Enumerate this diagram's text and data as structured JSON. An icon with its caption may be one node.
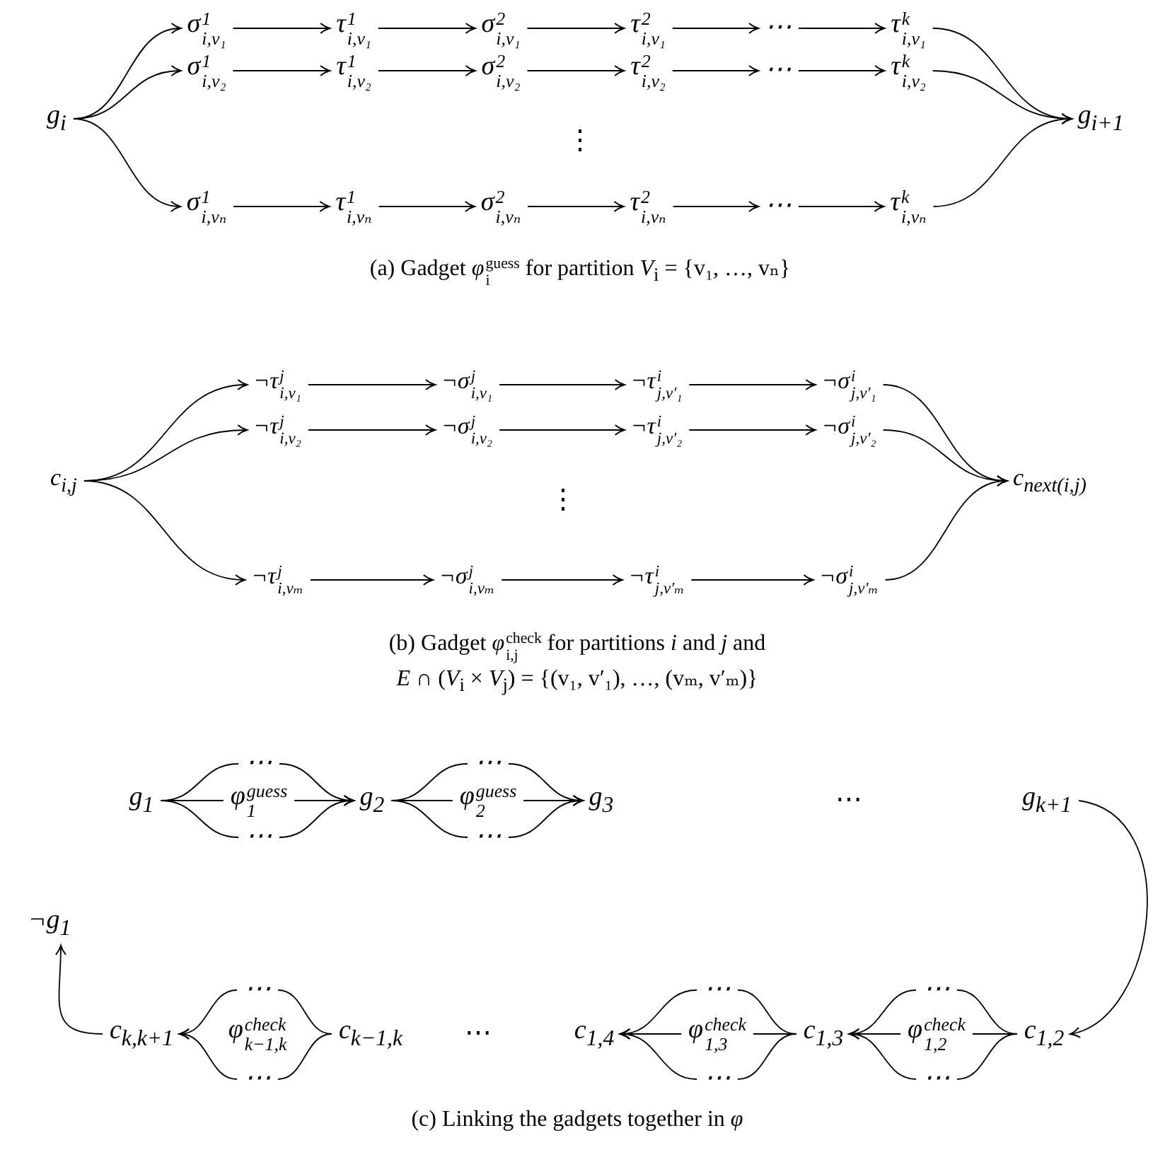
{
  "diagram": {
    "nodes": [
      {
        "text": [
          "g$_{i}$"
        ]
      },
      {
        "text": [
          "σ$^{1}$$_{i,v₁}$"
        ]
      },
      {
        "text": [
          "τ$^{1}$$_{i,v₁}$"
        ]
      },
      {
        "text": [
          "σ$^{2}$$_{i,v₁}$"
        ]
      },
      {
        "text": [
          "τ$^{2}$$_{i,v₁}$"
        ]
      },
      {
        "text": [
          "⋯"
        ]
      },
      {
        "text": [
          "τ$^{k}$$_{i,v₁}$"
        ]
      },
      {
        "text": [
          "σ$^{1}$$_{i,v₂}$"
        ]
      },
      {
        "text": [
          "τ$^{1}$$_{i,v₂}$"
        ]
      },
      {
        "text": [
          "σ$^{2}$$_{i,v₂}$"
        ]
      },
      {
        "text": [
          "τ$^{2}$$_{i,v₂}$"
        ]
      },
      {
        "text": [
          "⋯"
        ]
      },
      {
        "text": [
          "τ$^{k}$$_{i,v₂}$"
        ]
      },
      {
        "text": [
          "σ$^{1}$$_{i,vₙ}$"
        ]
      },
      {
        "text": [
          "τ$^{1}$$_{i,vₙ}$"
        ]
      },
      {
        "text": [
          "σ$^{2}$$_{i,vₙ}$"
        ]
      },
      {
        "text": [
          "τ$^{2}$$_{i,vₙ}$"
        ]
      },
      {
        "text": [
          "⋯"
        ]
      },
      {
        "text": [
          "τ$^{k}$$_{i,vₙ}$"
        ]
      },
      {
        "text": [
          "g$_{i+1}$"
        ]
      },
      {
        "text": [
          "c$_{i,j}$"
        ]
      },
      {
        "text": [
          "¬τ$^{j}$$_{i,v₁}$"
        ]
      },
      {
        "text": [
          "¬σ$^{j}$$_{i,v₁}$"
        ]
      },
      {
        "text": [
          "¬τ$^{i}$$_{j,v′₁}$"
        ]
      },
      {
        "text": [
          "¬σ$^{i}$$_{j,v′₁}$"
        ]
      },
      {
        "text": [
          "¬τ$^{j}$$_{i,v₂}$"
        ]
      },
      {
        "text": [
          "¬σ$^{j}$$_{i,v₂}$"
        ]
      },
      {
        "text": [
          "¬τ$^{i}$$_{j,v′₂}$"
        ]
      },
      {
        "text": [
          "¬σ$^{i}$$_{j,v′₂}$"
        ]
      },
      {
        "text": [
          "¬τ$^{j}$$_{i,vₘ}$"
        ]
      },
      {
        "text": [
          "¬σ$^{j}$$_{i,vₘ}$"
        ]
      },
      {
        "text": [
          "¬τ$^{i}$$_{j,v′ₘ}$"
        ]
      },
      {
        "text": [
          "¬σ$^{i}$$_{j,v′ₘ}$"
        ]
      },
      {
        "text": [
          "c$_{next(i,j)}$"
        ]
      },
      {
        "text": [
          "g$_{1}$"
        ]
      },
      {
        "text": [
          "⋯"
        ]
      },
      {
        "text": [
          "φ$^{guess}$$_{1}$"
        ]
      },
      {
        "text": [
          "⋯"
        ]
      },
      {
        "text": [
          "g$_{2}$"
        ]
      },
      {
        "text": [
          "⋯"
        ]
      },
      {
        "text": [
          "φ$^{guess}$$_{2}$"
        ]
      },
      {
        "text": [
          "⋯"
        ]
      },
      {
        "text": [
          "g$_{3}$"
        ]
      },
      {
        "text": [
          "g$_{k+1}$"
        ]
      },
      {
        "text": [
          "¬g$_{1}$"
        ]
      },
      {
        "text": [
          "c$_{k,k+1}$"
        ]
      },
      {
        "text": [
          "⋯"
        ]
      },
      {
        "text": [
          "φ$^{check}$$_{k−1,k}$"
        ]
      },
      {
        "text": [
          "⋯"
        ]
      },
      {
        "text": [
          "c$_{k−1,k}$"
        ]
      },
      {
        "text": [
          "c$_{1,4}$"
        ]
      },
      {
        "text": [
          "⋯"
        ]
      },
      {
        "text": [
          "φ$^{check}$$_{1,3}$"
        ]
      },
      {
        "text": [
          "⋯"
        ]
      },
      {
        "text": [
          "c$_{1,3}$"
        ]
      },
      {
        "text": [
          "⋯"
        ]
      },
      {
        "text": [
          "φ$^{check}$$_{1,2}$"
        ]
      },
      {
        "text": [
          "⋯"
        ]
      },
      {
        "text": [
          "c$_{1,2}$"
        ]
      }
    ],
    "edges": [
      {
        "from": 0,
        "to": 1,
        "arrow": "to"
      },
      {
        "from": 0,
        "to": 7,
        "arrow": "to"
      },
      {
        "from": 0,
        "to": 13,
        "arrow": "to"
      },
      {
        "from": 1,
        "to": 2,
        "arrow": "to"
      },
      {
        "from": 2,
        "to": 3,
        "arrow": "to"
      },
      {
        "from": 3,
        "to": 4,
        "arrow": "to"
      },
      {
        "from": 4,
        "to": 5,
        "arrow": "to"
      },
      {
        "from": 5,
        "to": 6,
        "arrow": "to"
      },
      {
        "from": 7,
        "to": 8,
        "arrow": "to"
      },
      {
        "from": 8,
        "to": 9,
        "arrow": "to"
      },
      {
        "from": 9,
        "to": 10,
        "arrow": "to"
      },
      {
        "from": 10,
        "to": 11,
        "arrow": "to"
      },
      {
        "from": 11,
        "to": 12,
        "arrow": "to"
      },
      {
        "from": 13,
        "to": 14,
        "arrow": "to"
      },
      {
        "from": 14,
        "to": 15,
        "arrow": "to"
      },
      {
        "from": 15,
        "to": 16,
        "arrow": "to"
      },
      {
        "from": 16,
        "to": 17,
        "arrow": "to"
      },
      {
        "from": 17,
        "to": 18,
        "arrow": "to"
      },
      {
        "from": 6,
        "to": 19,
        "arrow": "to"
      },
      {
        "from": 12,
        "to": 19,
        "arrow": "to"
      },
      {
        "from": 18,
        "to": 19,
        "arrow": "to"
      },
      {
        "from": 20,
        "to": 21,
        "arrow": "to"
      },
      {
        "from": 20,
        "to": 25,
        "arrow": "to"
      },
      {
        "from": 20,
        "to": 29,
        "arrow": "to"
      },
      {
        "from": 21,
        "to": 22,
        "arrow": "to"
      },
      {
        "from": 22,
        "to": 23,
        "arrow": "to"
      },
      {
        "from": 23,
        "to": 24,
        "arrow": "to"
      },
      {
        "from": 25,
        "to": 26,
        "arrow": "to"
      },
      {
        "from": 26,
        "to": 27,
        "arrow": "to"
      },
      {
        "from": 27,
        "to": 28,
        "arrow": "to"
      },
      {
        "from": 29,
        "to": 30,
        "arrow": "to"
      },
      {
        "from": 30,
        "to": 31,
        "arrow": "to"
      },
      {
        "from": 31,
        "to": 32,
        "arrow": "to"
      },
      {
        "from": 24,
        "to": 33,
        "arrow": "to"
      },
      {
        "from": 28,
        "to": 33,
        "arrow": "to"
      },
      {
        "from": 32,
        "to": 33,
        "arrow": "to"
      },
      {
        "from": 34,
        "to": 35,
        "arrow": "none"
      },
      {
        "from": 35,
        "to": 38,
        "arrow": "to"
      },
      {
        "from": 34,
        "to": 36,
        "arrow": "none"
      },
      {
        "from": 36,
        "to": 38,
        "arrow": "to"
      },
      {
        "from": 34,
        "to": 37,
        "arrow": "none"
      },
      {
        "from": 37,
        "to": 38,
        "arrow": "to"
      },
      {
        "from": 38,
        "to": 39,
        "arrow": "none"
      },
      {
        "from": 39,
        "to": 42,
        "arrow": "to"
      },
      {
        "from": 38,
        "to": 40,
        "arrow": "none"
      },
      {
        "from": 40,
        "to": 42,
        "arrow": "to"
      },
      {
        "from": 38,
        "to": 41,
        "arrow": "none"
      },
      {
        "from": 41,
        "to": 42,
        "arrow": "to"
      },
      {
        "from": 43,
        "to": 58,
        "arrow": "to"
      },
      {
        "from": 58,
        "to": 55,
        "arrow": "none"
      },
      {
        "from": 55,
        "to": 54,
        "arrow": "to"
      },
      {
        "from": 58,
        "to": 56,
        "arrow": "none"
      },
      {
        "from": 56,
        "to": 54,
        "arrow": "to"
      },
      {
        "from": 58,
        "to": 57,
        "arrow": "none"
      },
      {
        "from": 57,
        "to": 54,
        "arrow": "to"
      },
      {
        "from": 54,
        "to": 51,
        "arrow": "none"
      },
      {
        "from": 51,
        "to": 50,
        "arrow": "to"
      },
      {
        "from": 54,
        "to": 52,
        "arrow": "none"
      },
      {
        "from": 52,
        "to": 50,
        "arrow": "to"
      },
      {
        "from": 54,
        "to": 53,
        "arrow": "none"
      },
      {
        "from": 53,
        "to": 50,
        "arrow": "to"
      },
      {
        "from": 49,
        "to": 46,
        "arrow": "none"
      },
      {
        "from": 46,
        "to": 45,
        "arrow": "to"
      },
      {
        "from": 49,
        "to": 48,
        "arrow": "none"
      },
      {
        "from": 48,
        "to": 45,
        "arrow": "to"
      },
      {
        "from": 45,
        "to": 44,
        "arrow": "to"
      }
    ],
    "labels": [
      "⋮",
      "(a) Gadget *φ*$^{guess}$$_{i}$ for partition *V*$_{i}$ = {v₁, …, vₙ}",
      "⋮",
      "(b) Gadget *φ*$^{check}$$_{i,j}$ for partitions *i* and *j* and",
      "*E* ∩ (*V*$_{i}$ × *V*$_{j}$) = {(v₁, v′₁), …, (vₘ, v′ₘ)}",
      "⋯",
      "⋯",
      "(c) Linking the gadgets together in *φ*"
    ]
  }
}
